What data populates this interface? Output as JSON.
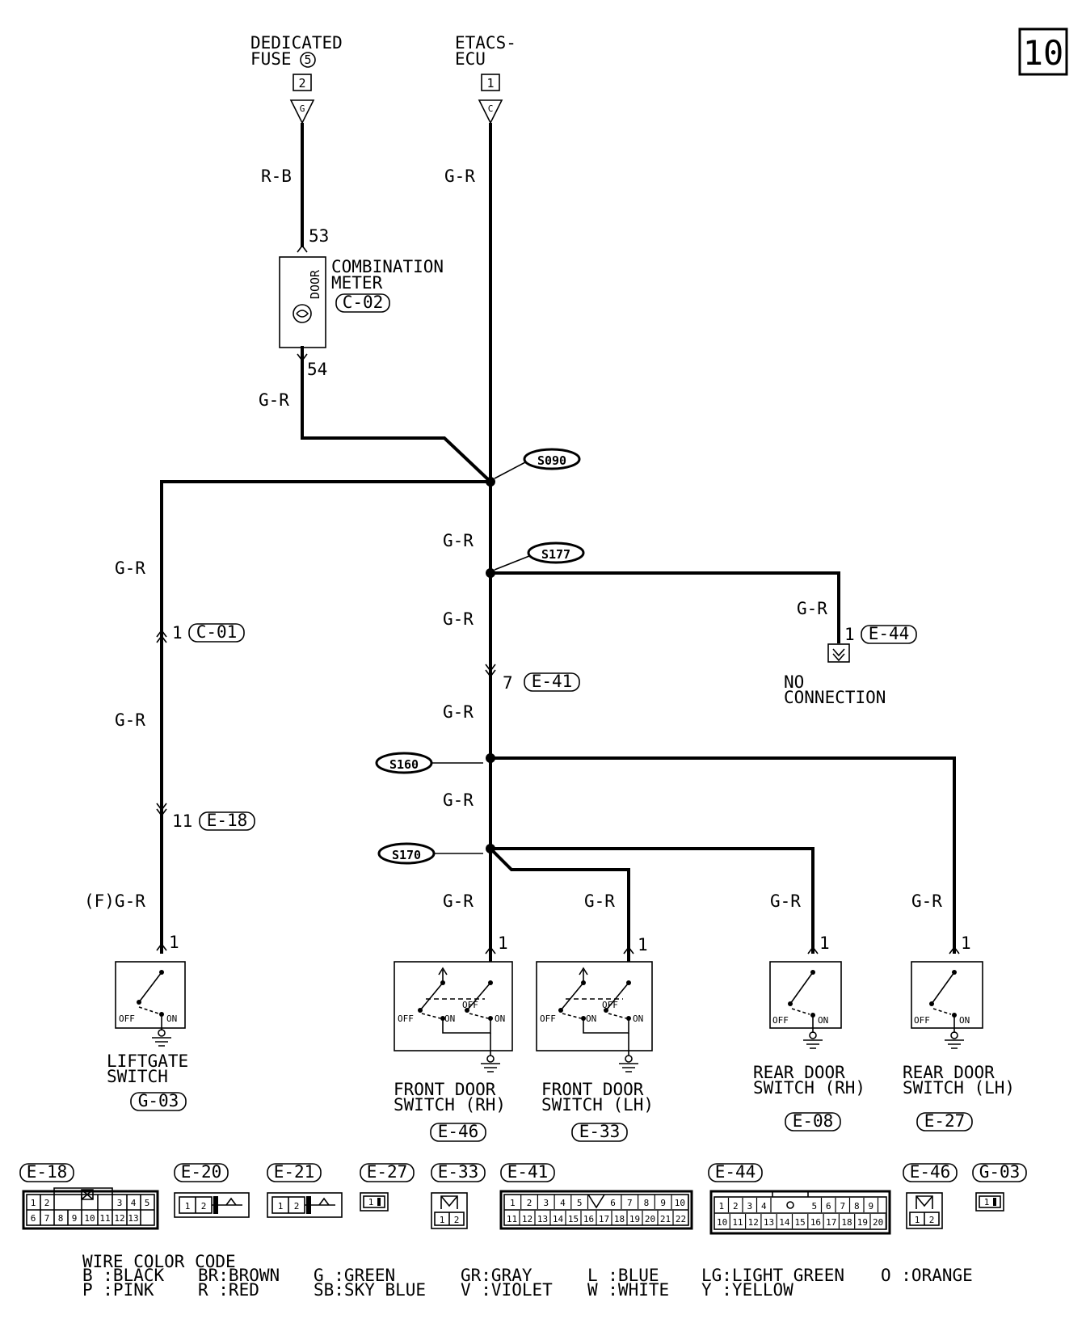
{
  "page_number": "10",
  "sources": {
    "fuse": {
      "line1": "DEDICATED",
      "line2": "FUSE",
      "fuse_no": "5",
      "box": "2",
      "pin": "G"
    },
    "ecu": {
      "line1": "ETACS-",
      "line2": "ECU",
      "box": "1",
      "pin": "C"
    }
  },
  "wire_labels": {
    "rb": "R-B",
    "gr": "G-R",
    "f_gr": "(F)G-R"
  },
  "meter": {
    "line1": "COMBINATION",
    "line2": "METER",
    "connector": "C-02",
    "door": "DOOR",
    "pin_top": "53",
    "pin_bottom": "54"
  },
  "splices": {
    "s090": "S090",
    "s177": "S177",
    "s160": "S160",
    "s170": "S170"
  },
  "connectors_inline": {
    "c01": {
      "pin": "1",
      "name": "C-01"
    },
    "e18": {
      "pin": "11",
      "name": "E-18"
    },
    "e41": {
      "pin": "7",
      "name": "E-41"
    },
    "e44": {
      "pin": "1",
      "name": "E-44"
    }
  },
  "no_connection": {
    "line1": "NO",
    "line2": "CONNECTION"
  },
  "switch_text": {
    "off": "OFF",
    "on": "ON",
    "pin": "1"
  },
  "switches": {
    "liftgate": {
      "line1": "LIFTGATE",
      "line2": "SWITCH",
      "connector": "G-03"
    },
    "front_rh": {
      "line1": "FRONT DOOR",
      "line2": "SWITCH (RH)",
      "connector": "E-46"
    },
    "front_lh": {
      "line1": "FRONT DOOR",
      "line2": "SWITCH (LH)",
      "connector": "E-33"
    },
    "rear_rh": {
      "line1": "REAR DOOR",
      "line2": "SWITCH (RH)",
      "connector": "E-08"
    },
    "rear_lh": {
      "line1": "REAR DOOR",
      "line2": "SWITCH (LH)",
      "connector": "E-27"
    }
  },
  "connector_legend": {
    "labels": [
      "E-18",
      "E-20",
      "E-21",
      "E-27",
      "E-33",
      "E-41",
      "E-44",
      "E-46",
      "G-03"
    ],
    "e18_top": [
      "1",
      "2",
      "3",
      "4",
      "5"
    ],
    "e18_bottom": [
      "6",
      "7",
      "8",
      "9",
      "10",
      "11",
      "12",
      "13"
    ],
    "two_pin": [
      "1",
      "2"
    ],
    "one_pin": "1",
    "e41_top": [
      "1",
      "2",
      "3",
      "4",
      "5",
      "6",
      "7",
      "8",
      "9",
      "10"
    ],
    "e41_bottom": [
      "11",
      "12",
      "13",
      "14",
      "15",
      "16",
      "17",
      "18",
      "19",
      "20",
      "21",
      "22"
    ],
    "e44_top": [
      "1",
      "2",
      "3",
      "4",
      "5",
      "6",
      "7",
      "8",
      "9"
    ],
    "e44_bottom": [
      "10",
      "11",
      "12",
      "13",
      "14",
      "15",
      "16",
      "17",
      "18",
      "19",
      "20"
    ]
  },
  "wire_color_code": {
    "title": "WIRE COLOR CODE",
    "row1": [
      "B :BLACK",
      "BR:BROWN",
      "G :GREEN",
      "GR:GRAY",
      "L :BLUE",
      "LG:LIGHT GREEN",
      "O :ORANGE"
    ],
    "row2": [
      "P :PINK",
      "R :RED",
      "SB:SKY BLUE",
      "V :VIOLET",
      "W :WHITE",
      "Y :YELLOW"
    ]
  }
}
